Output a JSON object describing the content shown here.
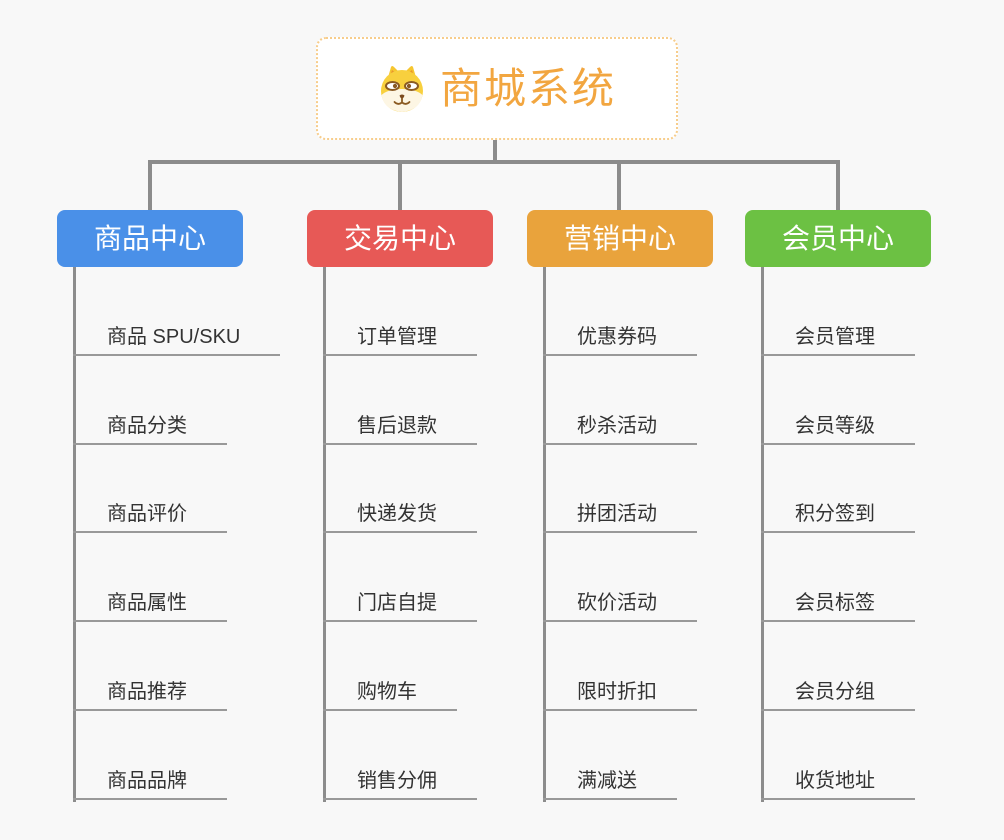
{
  "root": {
    "title": "商城系统",
    "icon": "doge-icon"
  },
  "branches": [
    {
      "label": "商品中心",
      "color": "#4A90E8",
      "children": [
        "商品 SPU/SKU",
        "商品分类",
        "商品评价",
        "商品属性",
        "商品推荐",
        "商品品牌"
      ]
    },
    {
      "label": "交易中心",
      "color": "#E75956",
      "children": [
        "订单管理",
        "售后退款",
        "快递发货",
        "门店自提",
        "购物车",
        "销售分佣"
      ]
    },
    {
      "label": "营销中心",
      "color": "#E9A33C",
      "children": [
        "优惠券码",
        "秒杀活动",
        "拼团活动",
        "砍价活动",
        "限时折扣",
        "满减送"
      ]
    },
    {
      "label": "会员中心",
      "color": "#6CC143",
      "children": [
        "会员管理",
        "会员等级",
        "积分签到",
        "会员标签",
        "会员分组",
        "收货地址"
      ]
    }
  ],
  "colors": {
    "background": "#F8F8F8",
    "connector": "#8C8C8C",
    "underline": "#999999",
    "item_text": "#333333",
    "root_text": "#F2A640",
    "root_border": "#F7CD8C"
  }
}
